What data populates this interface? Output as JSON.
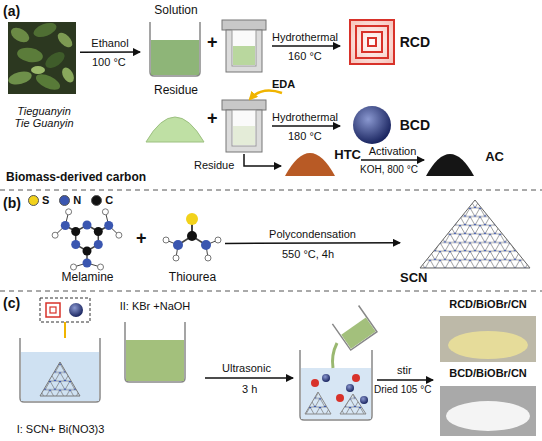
{
  "diagram": {
    "nodes": [
      {
        "text": [
          "Tieguanyin",
          "Tie Guanyin"
        ]
      },
      {
        "text": [
          "Solution"
        ]
      },
      {
        "text": [
          "Residue"
        ]
      },
      {
        "text": [
          "RCD"
        ]
      },
      {
        "text": [
          "BCD"
        ]
      },
      {
        "text": [
          "HTC"
        ]
      },
      {
        "text": [
          "AC"
        ]
      },
      {
        "text": [
          "Melamine"
        ]
      },
      {
        "text": [
          "Thiourea"
        ]
      },
      {
        "text": [
          "SCN"
        ]
      },
      {
        "text": [
          "I: SCN+ Bi(NO3)3"
        ]
      },
      {
        "text": [
          "II: KBr +NaOH"
        ]
      },
      {
        "text": [
          "RCD/BiOBr/CN"
        ]
      },
      {
        "text": [
          "BCD/BiOBr/CN"
        ]
      }
    ],
    "edges": [
      {
        "from": 0,
        "to": 1,
        "arrow": "to",
        "label": "Ethanol"
      },
      {
        "from": 5,
        "to": 6,
        "arrow": "to",
        "label": "Activation"
      },
      {
        "from": 8,
        "to": 9,
        "arrow": "to",
        "label": "Polycondensation"
      }
    ],
    "labels": [
      "(a)",
      "100 °C",
      "+",
      "Hydrothermal",
      "160 °C",
      "EDA",
      "+",
      "Hydrothermal",
      "180 °C",
      "Residue",
      "KOH, 800 °C",
      "Biomass-derived carbon",
      "(b)",
      "+",
      "550 °C, 4h",
      "(c)",
      "Ultrasonic",
      "3 h",
      "stir",
      "Dried 105 °C"
    ],
    "legend": [
      {
        "text": "S",
        "color": "#f2d21b"
      },
      {
        "text": "N",
        "color": "#3a56b0"
      },
      {
        "text": "C",
        "color": "#111111"
      }
    ]
  }
}
